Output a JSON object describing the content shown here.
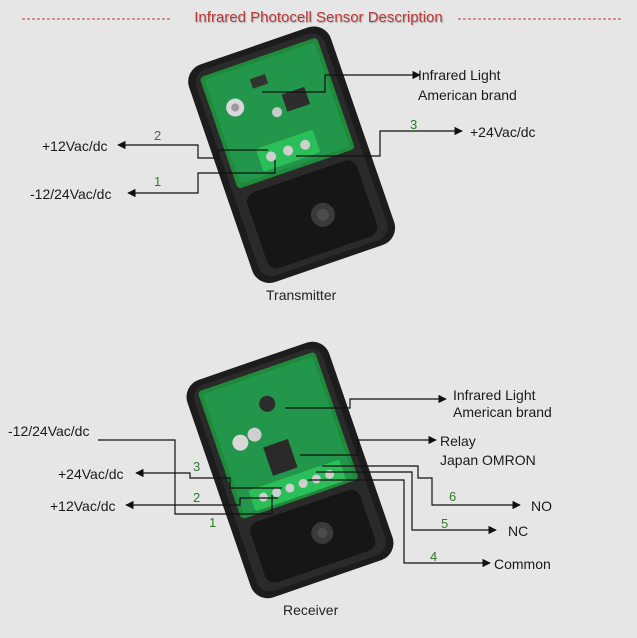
{
  "title": "Infrared Photocell Sensor  Description",
  "colors": {
    "background": "#e6e6e6",
    "title": "#b83a3a",
    "housing": "#1e1e1e",
    "pcb": "#1f8a3a",
    "terminal": "#2bbf5a",
    "wire": "#111111",
    "number": "#2f7a2f"
  },
  "transmitter": {
    "caption": "Transmitter",
    "infrared_line1": "Infrared Light",
    "infrared_line2": "American brand",
    "pins": [
      {
        "number": "2",
        "label": "+12Vac/dc"
      },
      {
        "number": "1",
        "label": "-12/24Vac/dc"
      },
      {
        "number": "3",
        "label": "+24Vac/dc"
      }
    ]
  },
  "receiver": {
    "caption": "Receiver",
    "infrared_line1": "Infrared Light",
    "infrared_line2": "American brand",
    "relay_line1": "Relay",
    "relay_line2": "Japan OMRON",
    "pins": [
      {
        "number": "",
        "label": "-12/24Vac/dc"
      },
      {
        "number": "3",
        "label": "+24Vac/dc"
      },
      {
        "number": "2",
        "label": "+12Vac/dc"
      },
      {
        "number": "1",
        "label": ""
      },
      {
        "number": "6",
        "label": "NO"
      },
      {
        "number": "5",
        "label": "NC"
      },
      {
        "number": "4",
        "label": "Common"
      }
    ]
  }
}
